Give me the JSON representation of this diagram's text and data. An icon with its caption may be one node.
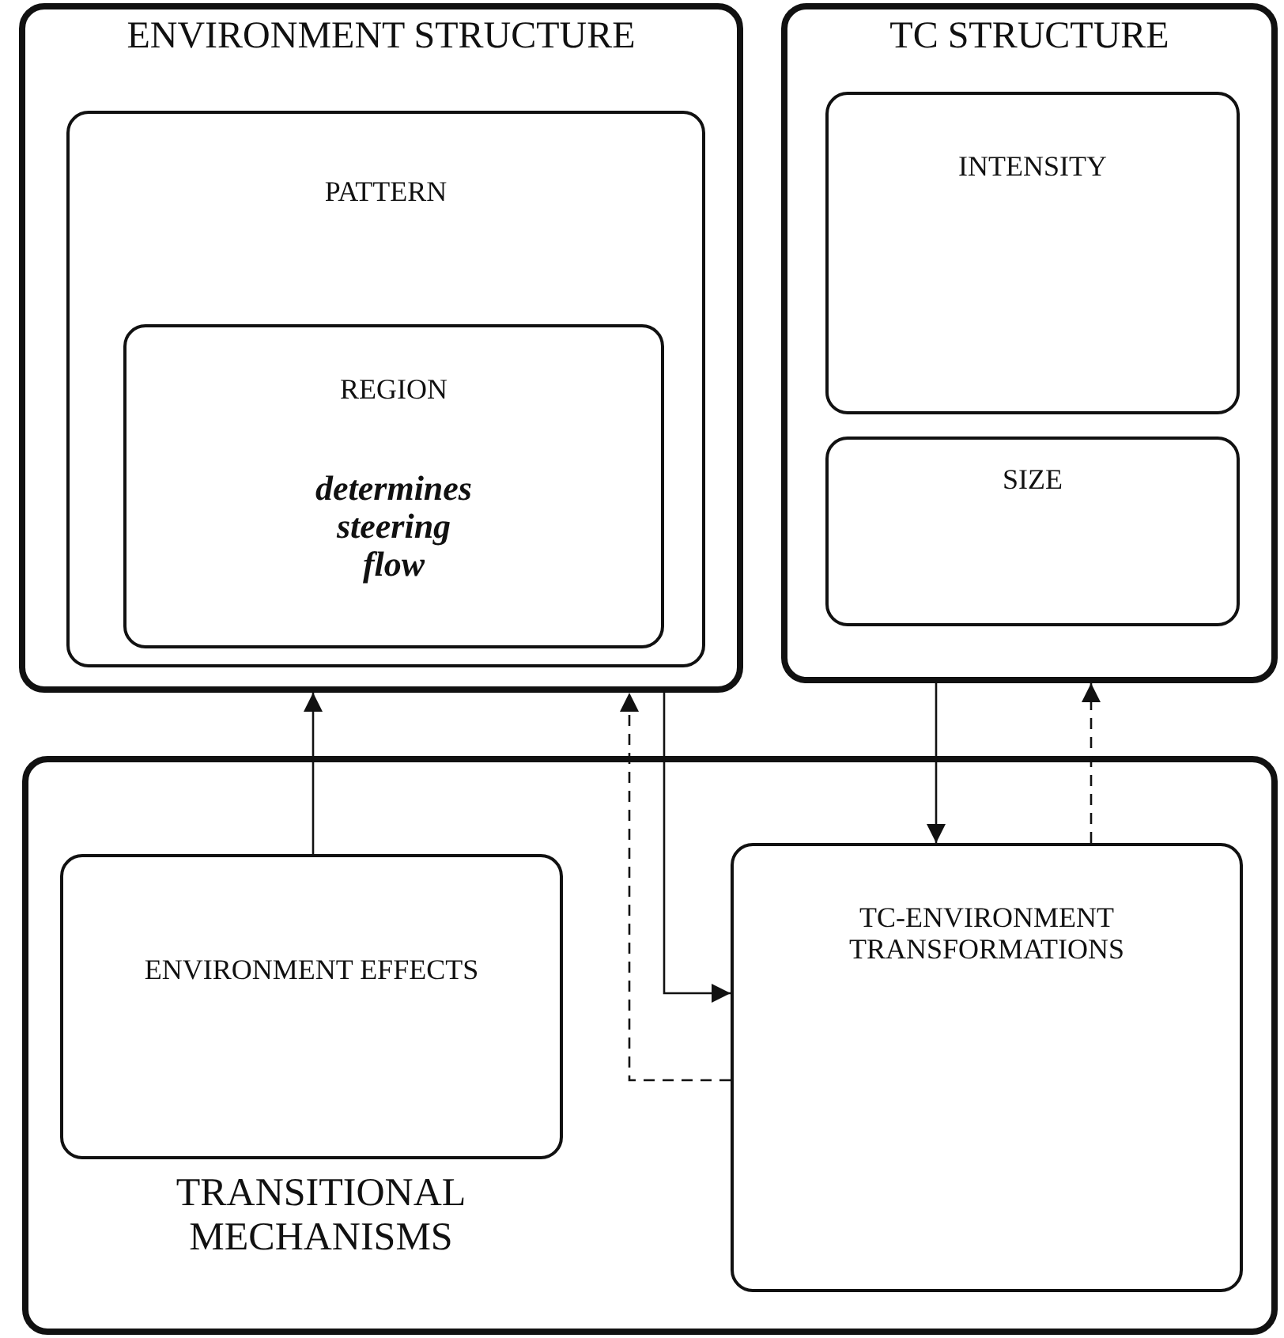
{
  "diagram": {
    "nodes": [
      {
        "text": [
          "ENVIRONMENT STRUCTURE"
        ]
      },
      {
        "text": [
          "PATTERN"
        ],
        "in": 0
      },
      {
        "text": [
          "REGION",
          "determines steering flow"
        ],
        "in": 1
      },
      {
        "text": [
          "TC STRUCTURE"
        ]
      },
      {
        "text": [
          "INTENSITY"
        ],
        "in": 3
      },
      {
        "text": [
          "SIZE"
        ],
        "in": 3
      },
      {
        "text": [
          "TRANSITIONAL MECHANISMS"
        ]
      },
      {
        "text": [
          "ENVIRONMENT EFFECTS"
        ],
        "in": 6
      },
      {
        "text": [
          "TC-ENVIRONMENT TRANSFORMATIONS"
        ],
        "in": 6
      }
    ],
    "edges": [
      {
        "from": 7,
        "to": 0,
        "arrow": "to"
      },
      {
        "from": 0,
        "to": 8,
        "arrow": "to"
      },
      {
        "from": 8,
        "to": 0,
        "arrow": "to",
        "style": "dashed"
      },
      {
        "from": 3,
        "to": 8,
        "arrow": "to"
      },
      {
        "from": 8,
        "to": 3,
        "arrow": "to",
        "style": "dashed"
      }
    ]
  }
}
